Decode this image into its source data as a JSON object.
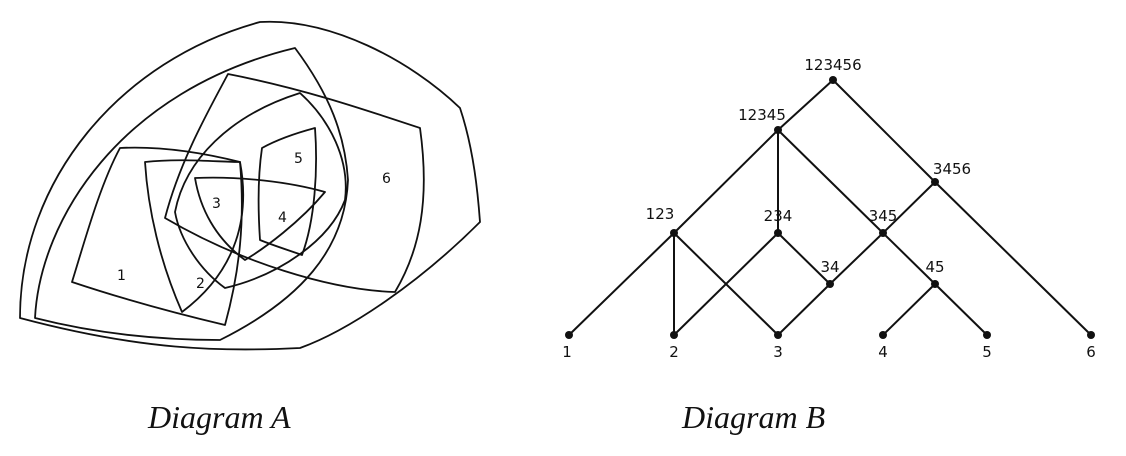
{
  "diagram_a": {
    "caption": "Diagram A",
    "regions": [
      {
        "id": "r1",
        "label": "1"
      },
      {
        "id": "r2",
        "label": "2"
      },
      {
        "id": "r3",
        "label": "3"
      },
      {
        "id": "r4",
        "label": "4"
      },
      {
        "id": "r5",
        "label": "5"
      },
      {
        "id": "r6",
        "label": "6"
      }
    ]
  },
  "diagram_b": {
    "caption": "Diagram B",
    "nodes": [
      {
        "id": "n123456",
        "label": "123456"
      },
      {
        "id": "n12345",
        "label": "12345"
      },
      {
        "id": "n3456",
        "label": "3456"
      },
      {
        "id": "n123",
        "label": "123"
      },
      {
        "id": "n234",
        "label": "234"
      },
      {
        "id": "n345",
        "label": "345"
      },
      {
        "id": "n34",
        "label": "34"
      },
      {
        "id": "n45",
        "label": "45"
      },
      {
        "id": "n1",
        "label": "1"
      },
      {
        "id": "n2",
        "label": "2"
      },
      {
        "id": "n3",
        "label": "3"
      },
      {
        "id": "n4",
        "label": "4"
      },
      {
        "id": "n5",
        "label": "5"
      },
      {
        "id": "n6",
        "label": "6"
      }
    ],
    "edges": [
      [
        "n123456",
        "n12345"
      ],
      [
        "n123456",
        "n3456"
      ],
      [
        "n12345",
        "n123"
      ],
      [
        "n12345",
        "n234"
      ],
      [
        "n12345",
        "n345"
      ],
      [
        "n3456",
        "n345"
      ],
      [
        "n3456",
        "n6"
      ],
      [
        "n123",
        "n1"
      ],
      [
        "n123",
        "n2"
      ],
      [
        "n123",
        "n3"
      ],
      [
        "n234",
        "n2"
      ],
      [
        "n234",
        "n34"
      ],
      [
        "n345",
        "n34"
      ],
      [
        "n345",
        "n45"
      ],
      [
        "n34",
        "n3"
      ],
      [
        "n45",
        "n4"
      ],
      [
        "n45",
        "n5"
      ]
    ]
  }
}
